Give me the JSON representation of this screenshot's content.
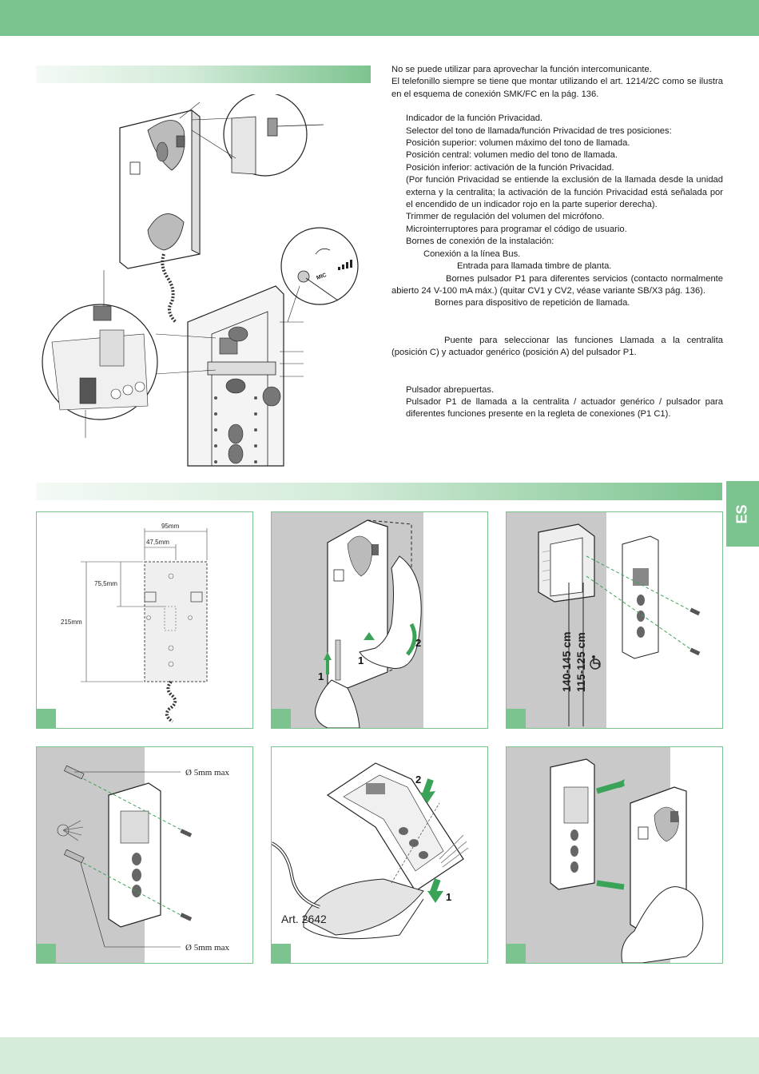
{
  "language_tab": "ES",
  "intro_lines": [
    "No se puede utilizar para aprovechar la función intercomunicante.",
    "El telefonillo siempre se tiene que montar utilizando el art. 1214/2C como se ilustra en el esquema de conexión SMK/FC en la pág. 136."
  ],
  "legend_items": [
    "Indicador de la función Privacidad.",
    "Selector del tono de llamada/función Privacidad de tres posiciones:",
    "Posición superior: volumen máximo del tono de llamada.",
    "Posición central: volumen medio del tono de llamada.",
    "Posición inferior: activación de la función Privacidad.",
    "(Por función Privacidad se entiende la exclusión de la llamada desde la unidad externa y la centralita; la activación de la función Privacidad está señalada por el encendido de un indicador rojo en la parte superior derecha).",
    "Trimmer de regulación del volumen del micrófono.",
    "Microinterruptores para programar el código de usuario.",
    "Bornes de conexión de la instalación:"
  ],
  "terminal_items": [
    "Conexión a la línea Bus.",
    "Entrada para llamada timbre de planta.",
    "Bornes pulsador P1 para diferentes servicios (contacto normalmente abierto 24 V-100 mA máx.) (quitar CV1 y CV2, véase variante SB/X3 pág. 136).",
    "Bornes para dispositivo de repetición de llamada."
  ],
  "bridge_item": "Puente para seleccionar las funciones Llamada a la centralita (posición C) y actuador genérico (posición A) del pulsador P1.",
  "button_items": [
    "Pulsador abrepuertas.",
    "Pulsador P1 de llamada a la centralita / actuador genérico / pulsador para diferentes funciones presente en la regleta de conexiones (P1 C1)."
  ],
  "diagram": {
    "mic_label": "MIC"
  },
  "dimensions": {
    "width": "95mm",
    "half_width": "47,5mm",
    "top_offset": "75,5mm",
    "height": "215mm"
  },
  "heights": {
    "standard": "140-145 cm",
    "accessible": "115-125 cm"
  },
  "drill": {
    "top": "Ø 5mm max",
    "bottom": "Ø 5mm max"
  },
  "steps": {
    "one": "1",
    "two": "2"
  },
  "article": "Art. 2642",
  "colors": {
    "accent": "#7cc48f",
    "light": "#d6ecdb",
    "wall": "#c9c9c9"
  }
}
